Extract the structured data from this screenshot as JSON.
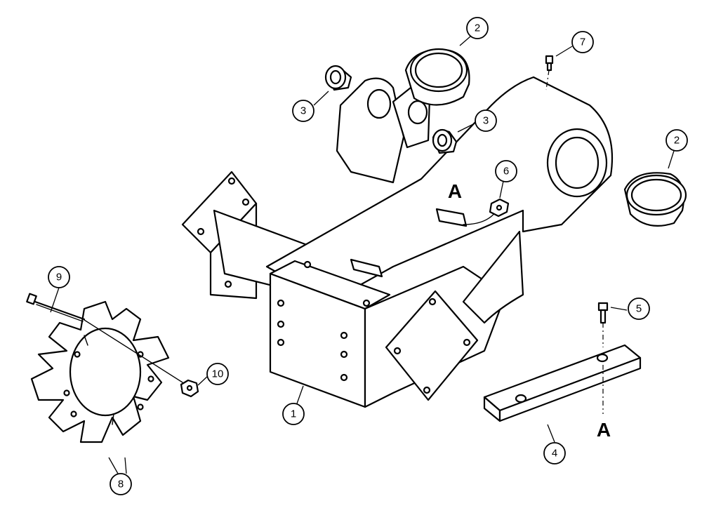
{
  "callouts": [
    {
      "id": "c1",
      "label": "1"
    },
    {
      "id": "c2a",
      "label": "2"
    },
    {
      "id": "c2b",
      "label": "2"
    },
    {
      "id": "c3a",
      "label": "3"
    },
    {
      "id": "c3b",
      "label": "3"
    },
    {
      "id": "c4",
      "label": "4"
    },
    {
      "id": "c5",
      "label": "5"
    },
    {
      "id": "c6",
      "label": "6"
    },
    {
      "id": "c7",
      "label": "7"
    },
    {
      "id": "c8",
      "label": "8"
    },
    {
      "id": "c9",
      "label": "9"
    },
    {
      "id": "c10",
      "label": "10"
    }
  ],
  "references": [
    {
      "id": "refA1",
      "label": "A"
    },
    {
      "id": "refA2",
      "label": "A"
    }
  ]
}
